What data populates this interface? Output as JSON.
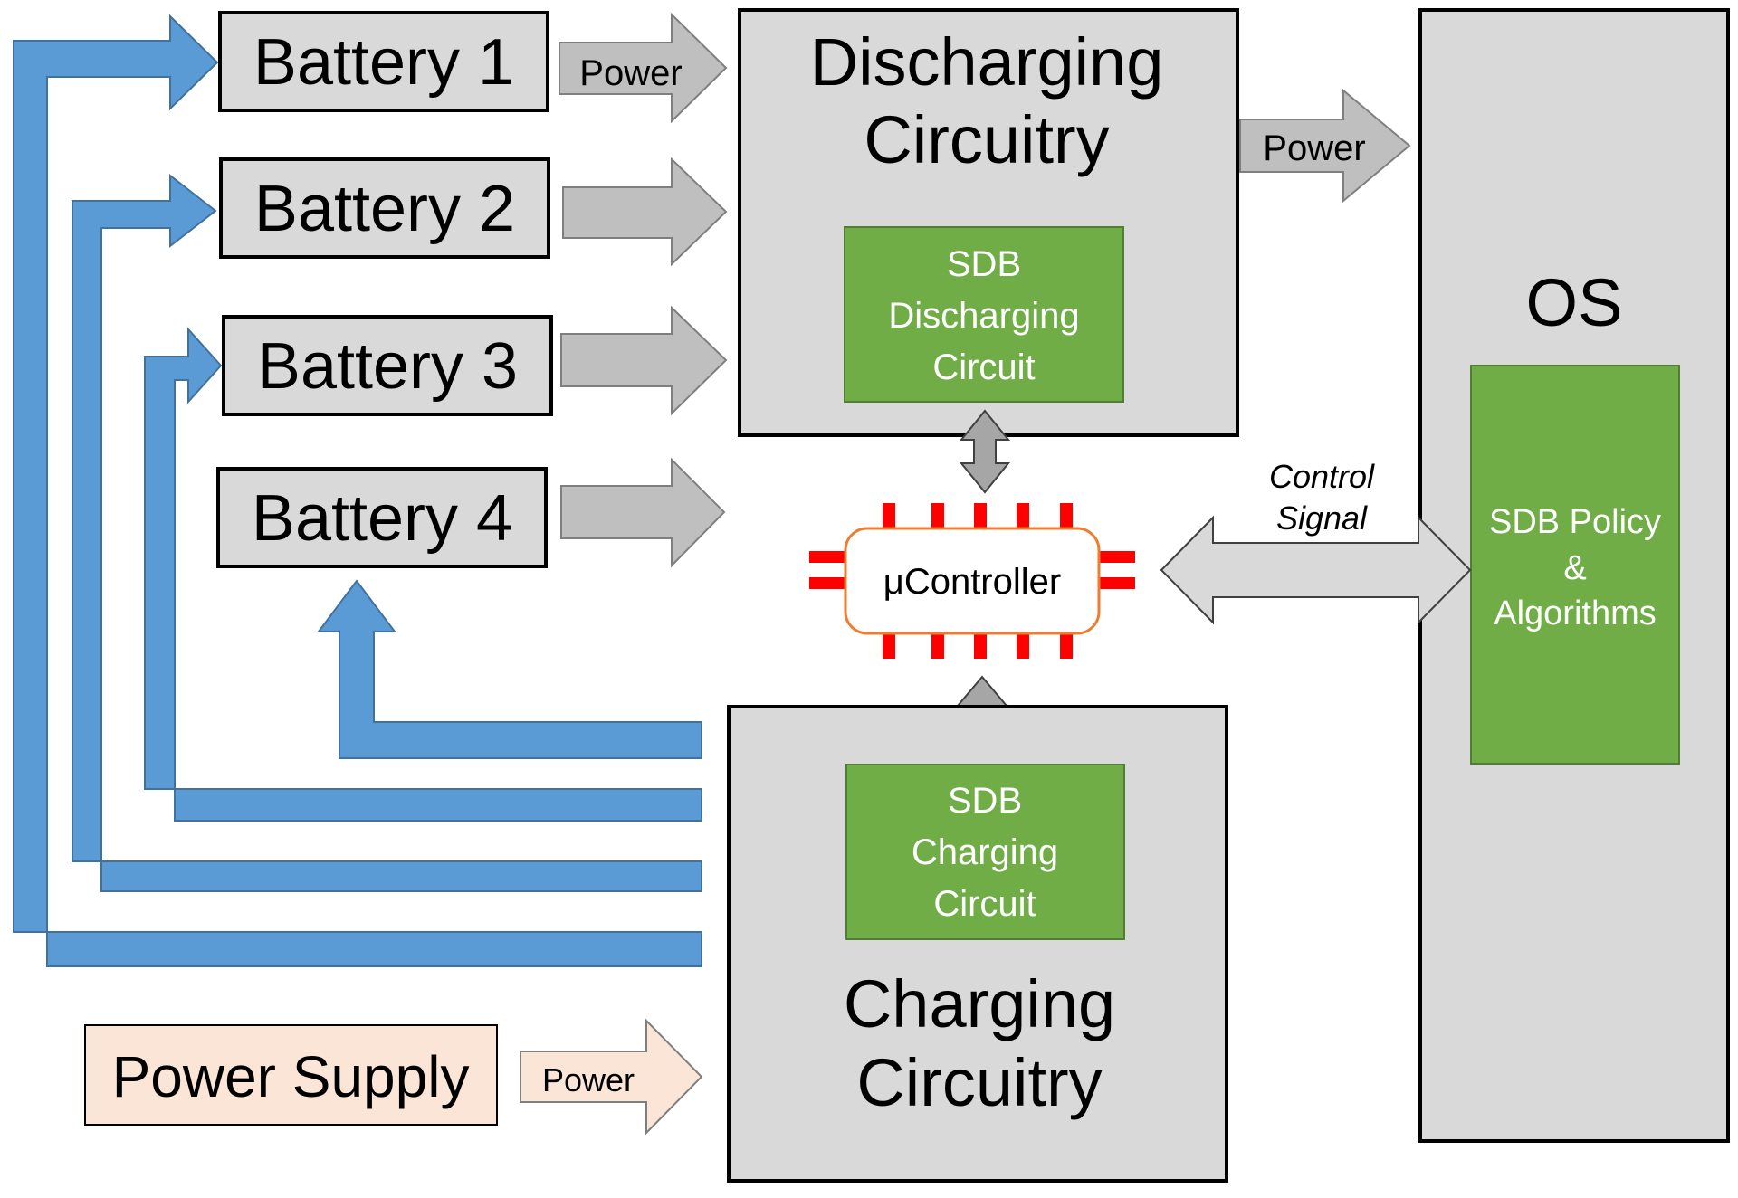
{
  "batteries": [
    {
      "label": "Battery 1"
    },
    {
      "label": "Battery 2"
    },
    {
      "label": "Battery 3"
    },
    {
      "label": "Battery 4"
    }
  ],
  "power_supply": {
    "label": "Power Supply"
  },
  "arrows": {
    "battery1_power_label": "Power",
    "discharge_to_os_label": "Power",
    "supply_power_label": "Power",
    "control_signal_line1": "Control",
    "control_signal_line2": "Signal"
  },
  "discharging": {
    "title_line1": "Discharging",
    "title_line2": "Circuitry",
    "sdb": {
      "line1": "SDB",
      "line2": "Discharging",
      "line3": "Circuit"
    }
  },
  "charging": {
    "title_line1": "Charging",
    "title_line2": "Circuitry",
    "sdb": {
      "line1": "SDB",
      "line2": "Charging",
      "line3": "Circuit"
    }
  },
  "controller": {
    "label": "μController"
  },
  "os": {
    "title": "OS",
    "policy": {
      "line1": "SDB Policy",
      "line2": "&",
      "line3": "Algorithms"
    }
  },
  "colors": {
    "box_gray": "#d9d9d9",
    "arrow_gray": "#bfbfbf",
    "green": "#70ad47",
    "blue": "#5b9bd5",
    "peach": "#fbe5d6",
    "chip_red": "#ff0000",
    "chip_border": "#ed7d31"
  }
}
